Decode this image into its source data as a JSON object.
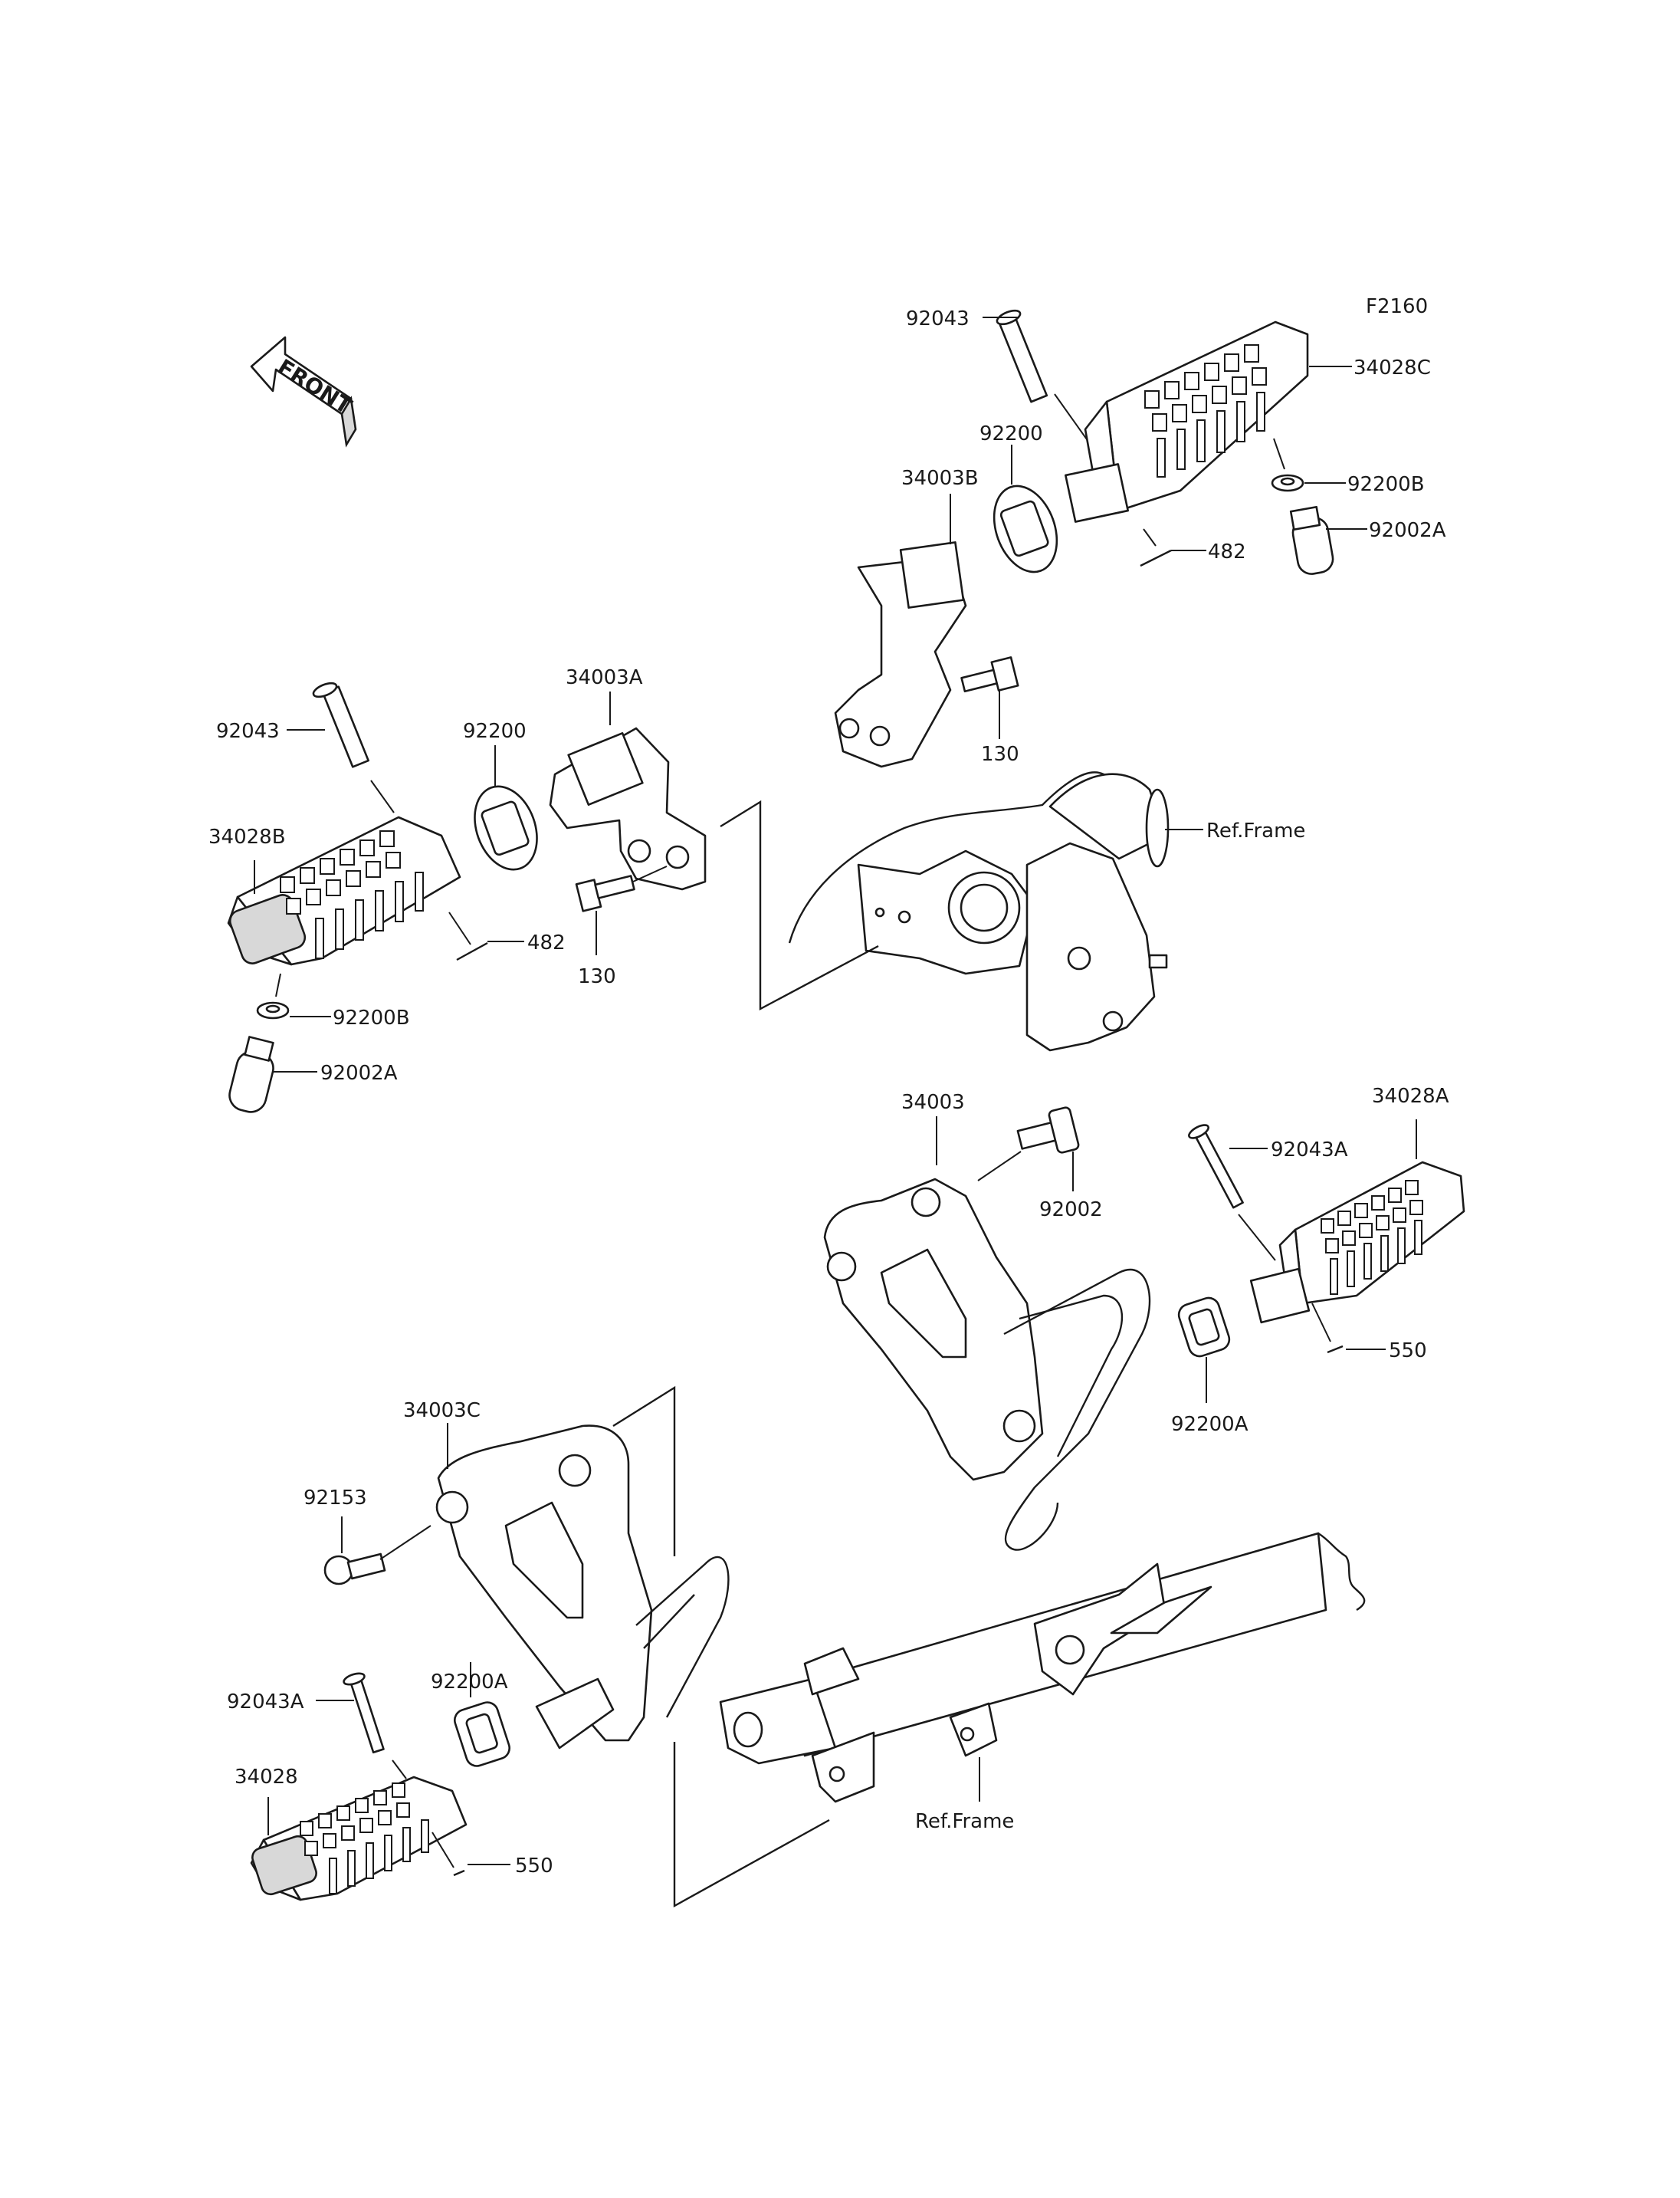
{
  "figure_code": "F2160",
  "front_label": "FRONT",
  "parts": {
    "p92043_top": "92043",
    "p34028C": "34028C",
    "p92200_top": "92200",
    "p34003B": "34003B",
    "p92200B_top": "92200B",
    "p92002A_top": "92002A",
    "p482_top": "482",
    "p130_top": "130",
    "p92043_left": "92043",
    "p92200_left": "92200",
    "p34003A": "34003A",
    "p34028B": "34028B",
    "p482_left": "482",
    "p130_left": "130",
    "p92200B_left": "92200B",
    "p92002A_left": "92002A",
    "ref_frame_top": "Ref.Frame",
    "p34003": "34003",
    "p92002": "92002",
    "p92043A_right": "92043A",
    "p34028A": "34028A",
    "p550_right": "550",
    "p92200A_right": "92200A",
    "p34003C": "34003C",
    "p92153": "92153",
    "p92043A_left": "92043A",
    "p92200A_left": "92200A",
    "p34028": "34028",
    "p550_left": "550",
    "ref_frame_bottom": "Ref.Frame"
  }
}
